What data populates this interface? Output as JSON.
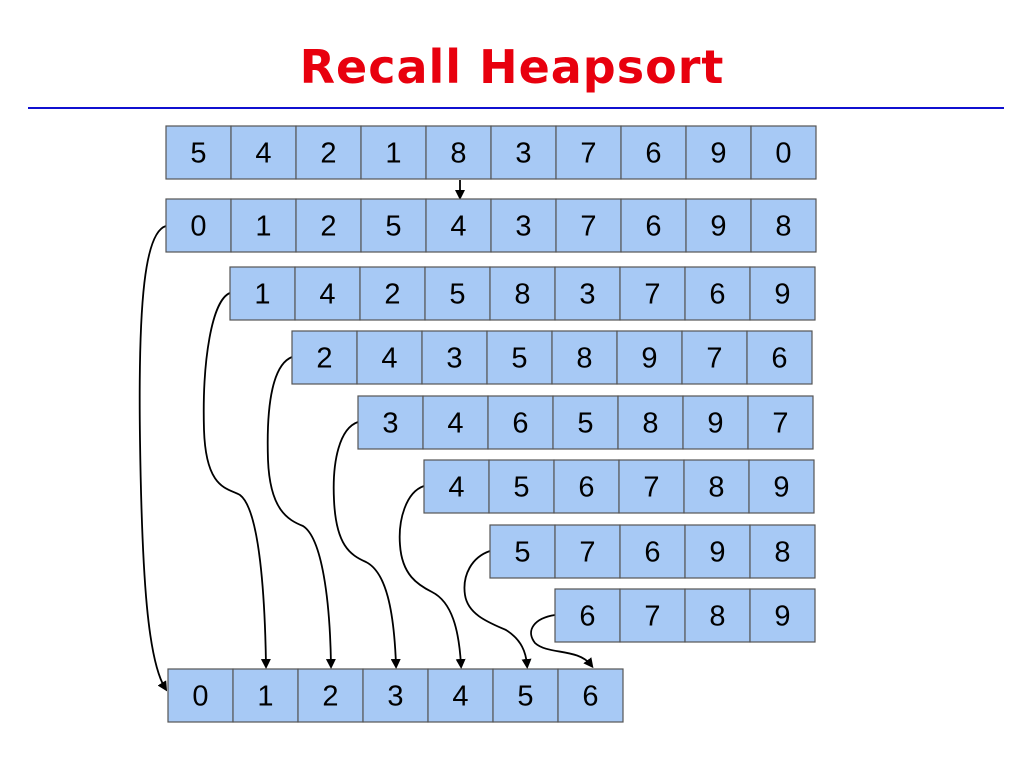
{
  "title": "Recall Heapsort",
  "rows": [
    [
      "5",
      "4",
      "2",
      "1",
      "8",
      "3",
      "7",
      "6",
      "9",
      "0"
    ],
    [
      "0",
      "1",
      "2",
      "5",
      "4",
      "3",
      "7",
      "6",
      "9",
      "8"
    ],
    [
      "1",
      "4",
      "2",
      "5",
      "8",
      "3",
      "7",
      "6",
      "9"
    ],
    [
      "2",
      "4",
      "3",
      "5",
      "8",
      "9",
      "7",
      "6"
    ],
    [
      "3",
      "4",
      "6",
      "5",
      "8",
      "9",
      "7"
    ],
    [
      "4",
      "5",
      "6",
      "7",
      "8",
      "9"
    ],
    [
      "5",
      "7",
      "6",
      "9",
      "8"
    ],
    [
      "6",
      "7",
      "8",
      "9"
    ]
  ],
  "output": [
    "0",
    "1",
    "2",
    "3",
    "4",
    "5",
    "6"
  ]
}
